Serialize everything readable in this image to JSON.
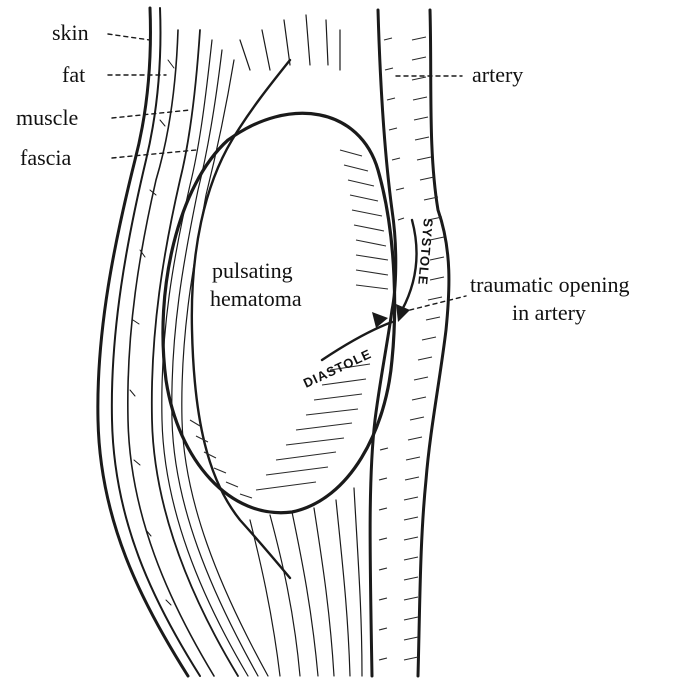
{
  "labels": {
    "skin": "skin",
    "fat": "fat",
    "muscle": "muscle",
    "fascia": "fascia",
    "artery": "artery",
    "hematoma_line1": "pulsating",
    "hematoma_line2": "hematoma",
    "opening_line1": "traumatic opening",
    "opening_line2": "in artery",
    "systole": "SYSTOLE",
    "diastole": "DIASTOLE"
  },
  "colors": {
    "ink": "#1a1a1a",
    "background": "#ffffff"
  }
}
